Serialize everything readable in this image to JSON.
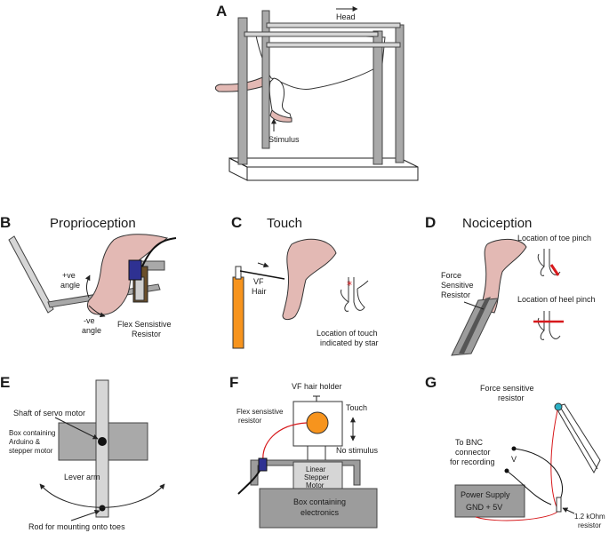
{
  "panels": {
    "a": {
      "letter": "A",
      "head_label": "Head",
      "stimulus_label": "Stimulus"
    },
    "b": {
      "letter": "B",
      "title": "Proprioception",
      "pos_angle": [
        "+ve",
        "angle"
      ],
      "neg_angle": [
        "-ve",
        "angle"
      ],
      "sensor": [
        "Flex Sensistive",
        "Resistor"
      ]
    },
    "c": {
      "letter": "C",
      "title": "Touch",
      "vf": [
        "VF",
        "Hair"
      ],
      "touch_loc": [
        "Location of touch",
        "indicated by star"
      ]
    },
    "d": {
      "letter": "D",
      "title": "Nociception",
      "fsr": [
        "Force",
        "Sensitive",
        "Resistor"
      ],
      "toe_pinch": "Location of toe pinch",
      "heel_pinch": "Location of heel pinch"
    },
    "e": {
      "letter": "E",
      "shaft": "Shaft of servo motor",
      "box": [
        "Box containing",
        "Arduino &",
        "stepper motor"
      ],
      "lever": "Lever arm",
      "rod": "Rod for mounting onto toes"
    },
    "f": {
      "letter": "F",
      "holder": "VF hair holder",
      "flex": [
        "Flex sensistive",
        "resistor"
      ],
      "touch": "Touch",
      "no_stim": "No stimulus",
      "motor": [
        "Linear",
        "Stepper",
        "Motor"
      ],
      "electronics": [
        "Box containing",
        "electronics"
      ]
    },
    "g": {
      "letter": "G",
      "fsr": [
        "Force sensitive",
        "resistor"
      ],
      "bnc": [
        "To BNC",
        "connector",
        "for recording"
      ],
      "v": "V",
      "power": [
        "Power Supply",
        "GND + 5V"
      ],
      "resistor": [
        "1.2 kOhm",
        "resistor"
      ]
    }
  },
  "colors": {
    "skin": "#e3b9b4",
    "vf_bar": "#f7941d",
    "orange_circle": "#f7941d",
    "wire_red": "#d7191c",
    "sensor_blue": "#2e3192",
    "fsr_teal": "#2ab0c5",
    "metal_grey": "#a9a9a9"
  }
}
